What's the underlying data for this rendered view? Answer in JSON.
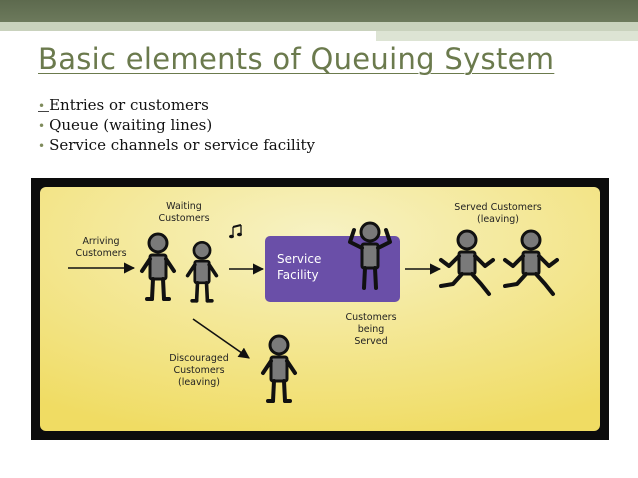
{
  "slide": {
    "title": "Basic elements of Queuing System",
    "bullets": [
      "Entries or customers",
      "Queue (waiting lines)",
      "Service channels or service facility"
    ]
  },
  "diagram": {
    "labels": {
      "arriving": [
        "Arriving",
        "Customers"
      ],
      "waiting": [
        "Waiting",
        "Customers"
      ],
      "service": [
        "Service",
        "Facility"
      ],
      "being_served": [
        "Customers",
        "being",
        "Served"
      ],
      "served_leaving": [
        "Served Customers",
        "(leaving)"
      ],
      "discouraged": [
        "Discouraged",
        "Customers",
        "(leaving)"
      ]
    },
    "colors": {
      "background_start": "#f7f2c4",
      "background_end": "#f0dc63",
      "service_box": "#6a4fa8",
      "frame": "#0c0c0c"
    },
    "note_icon": "music-note-icon"
  }
}
